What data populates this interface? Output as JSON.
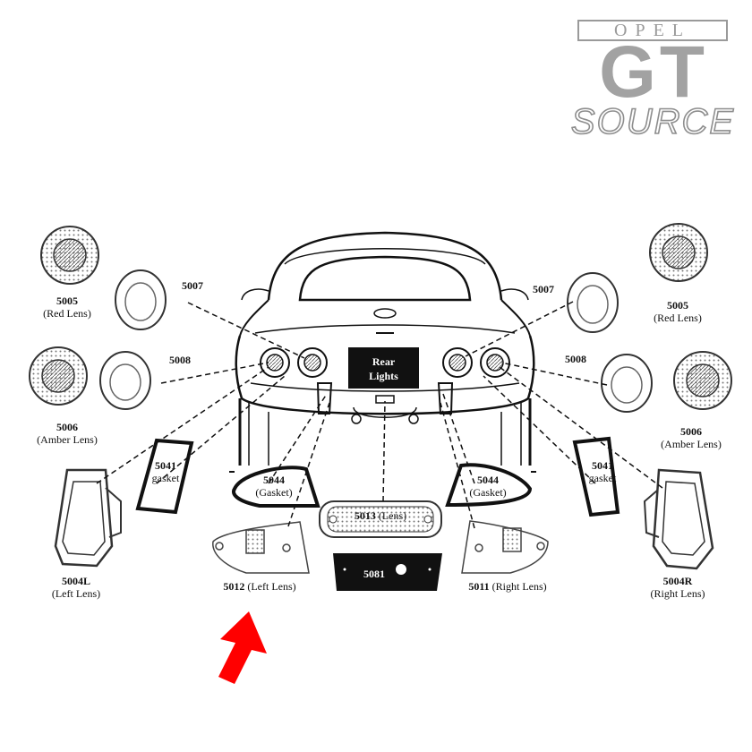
{
  "brand": {
    "line1": "OPEL",
    "line2": "GT",
    "line3": "SOURCE"
  },
  "center_badge": {
    "line1": "Rear",
    "line2": "Lights"
  },
  "parts": {
    "p5005l": {
      "number": "5005",
      "desc": "(Red Lens)"
    },
    "p5007l": {
      "number": "5007"
    },
    "p5008l": {
      "number": "5008"
    },
    "p5006l": {
      "number": "5006",
      "desc": "(Amber Lens)"
    },
    "p5041l": {
      "number": "5041",
      "desc": "gasket"
    },
    "p5044l": {
      "number": "5044",
      "desc": "(Gasket)"
    },
    "p5004l": {
      "number": "5004L",
      "desc": "(Left Lens)"
    },
    "p5012": {
      "number": "5012",
      "desc": "(Left Lens)"
    },
    "p5013": {
      "number": "5013",
      "desc": "(Lens)"
    },
    "p5081": {
      "number": "5081"
    },
    "p5011": {
      "number": "5011",
      "desc": "(Right Lens)"
    },
    "p5044r": {
      "number": "5044",
      "desc": "(Gasket)"
    },
    "p5041r": {
      "number": "5041",
      "desc": "gasket"
    },
    "p5005r": {
      "number": "5005",
      "desc": "(Red Lens)"
    },
    "p5007r": {
      "number": "5007"
    },
    "p5008r": {
      "number": "5008"
    },
    "p5006r": {
      "number": "5006",
      "desc": "(Amber Lens)"
    },
    "p5004r": {
      "number": "5004R",
      "desc": "(Right Lens)"
    }
  },
  "colors": {
    "line": "#111111",
    "arrow": "#ff0000",
    "brand": "#9a9a9a"
  }
}
